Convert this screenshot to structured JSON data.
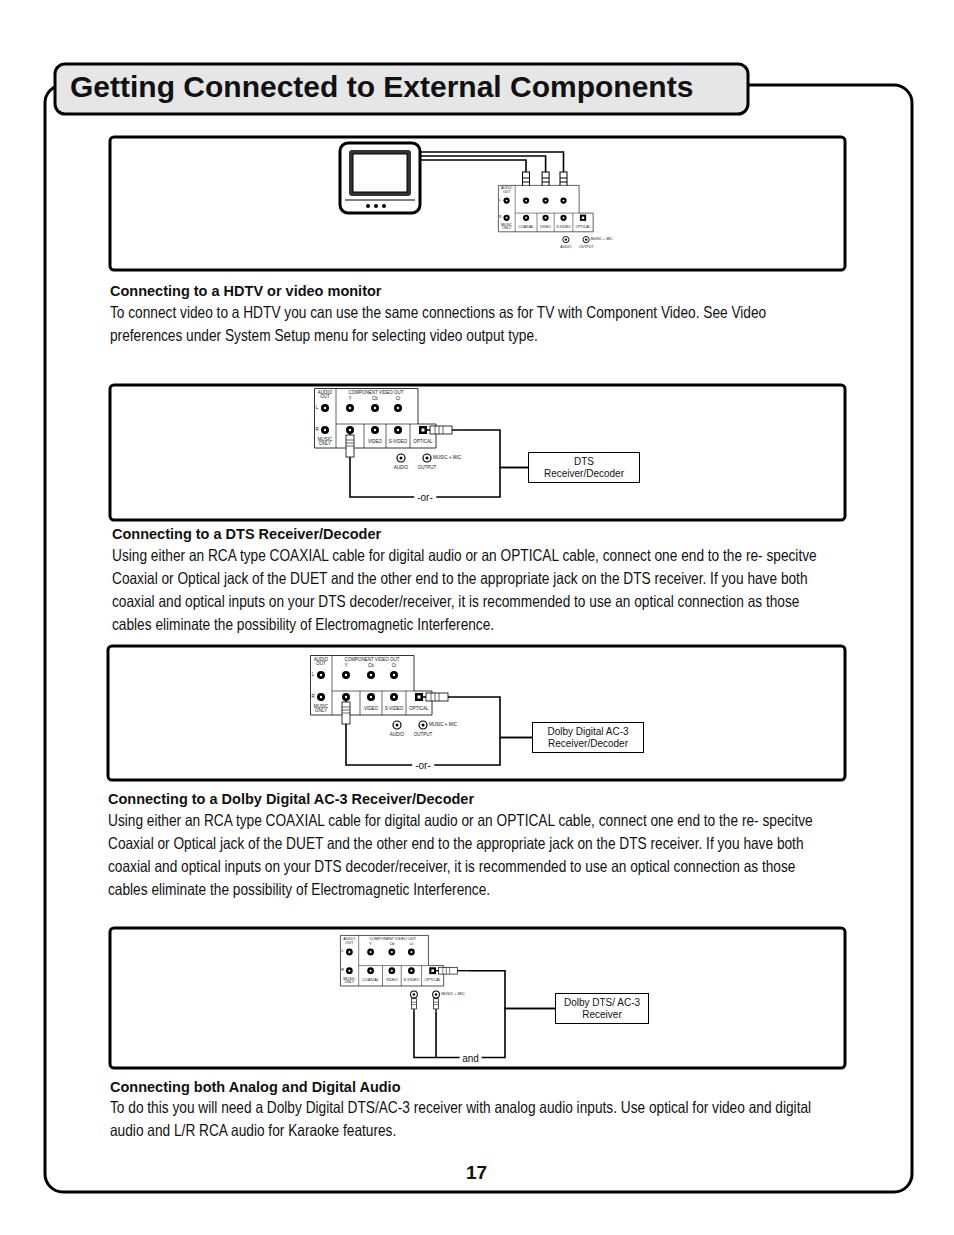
{
  "diagram": {
    "title": "Getting Connected to External Components",
    "nodes": [
      {
        "text": [
          "AUDIO OUT",
          "L",
          "R",
          "MUSIC ONLY",
          "COAXIAL",
          "VIDEO",
          "S-VIDEO",
          "OPTICAL",
          "MUSIC + MIC",
          "AUDIO",
          "OUTPUT"
        ]
      },
      {
        "text": [
          "AUDIO OUT",
          "COMPONENT VIDEO OUT",
          "Y",
          "Cb",
          "Cr",
          "L",
          "R",
          "MUSIC ONLY",
          "VIDEO",
          "S-VIDEO",
          "OPTICAL",
          "MUSIC + MIC",
          "AUDIO",
          "OUTPUT"
        ]
      },
      {
        "text": [
          "DTS Receiver/Decoder"
        ]
      },
      {
        "text": [
          "AUDIO OUT",
          "COMPONENT VIDEO OUT",
          "Y",
          "Cb",
          "Cr",
          "L",
          "R",
          "MUSIC ONLY",
          "VIDEO",
          "S-VIDEO",
          "OPTICAL",
          "MUSIC + MIC",
          "AUDIO",
          "OUTPUT"
        ]
      },
      {
        "text": [
          "Dolby Digital AC-3 Receiver/Decoder"
        ]
      },
      {
        "text": [
          "AUDIO OUT",
          "COMPONENT VIDEO OUT",
          "Y",
          "Cb",
          "Cr",
          "L",
          "R",
          "MUSIC ONLY",
          "COAXIAL",
          "VIDEO",
          "S-VIDEO",
          "OPTICAL",
          "MUSIC + MIC"
        ]
      },
      {
        "text": [
          "Dolby DTS/ AC-3 Receiver"
        ]
      }
    ],
    "edges": [
      {
        "from": 1,
        "to": 2,
        "arrow": "none"
      },
      {
        "from": 1,
        "to": 2,
        "label": "-or-",
        "arrow": "none"
      },
      {
        "from": 3,
        "to": 4,
        "arrow": "none"
      },
      {
        "from": 3,
        "to": 4,
        "label": "-or-",
        "arrow": "none"
      },
      {
        "from": 5,
        "to": 6,
        "arrow": "none"
      },
      {
        "from": 5,
        "to": 6,
        "label": "and",
        "arrow": "none"
      }
    ],
    "labels": [
      "Connecting to a HDTV or video monitor",
      "To connect video to a HDTV you can use the same connections as for TV with Component Video. See Video preferences under System Setup menu for selecting video output type.",
      "Connecting to a DTS Receiver/Decoder",
      "Using either an RCA type COAXIAL cable for digital audio or an OPTICAL cable, connect one end to the re- specitve Coaxial or Optical jack of the DUET and the other end to the appropriate jack on the DTS receiver. If you have both coaxial and optical inputs on your DTS decoder/receiver, it is recommended to use an optical connection as those cables eliminate the possibility of Electromagnetic Interference.",
      "Connecting to a Dolby Digital AC-3 Receiver/Decoder",
      "Using either an RCA type COAXIAL cable for digital audio or an OPTICAL cable, connect one end to the re- specitve Coaxial or Optical jack of the DUET and the other end to the appropriate jack on the DTS receiver. If you have both coaxial and optical inputs on your DTS decoder/receiver, it is recommended to use an optical connection as those cables eliminate the possibility of Electromagnetic Interference.",
      "Connecting both Analog and Digital Audio",
      "To do this you will need a Dolby Digital DTS/AC-3 receiver with analog audio inputs. Use optical for video and digital audio and L/R RCA audio for Karaoke features.",
      "17"
    ]
  }
}
